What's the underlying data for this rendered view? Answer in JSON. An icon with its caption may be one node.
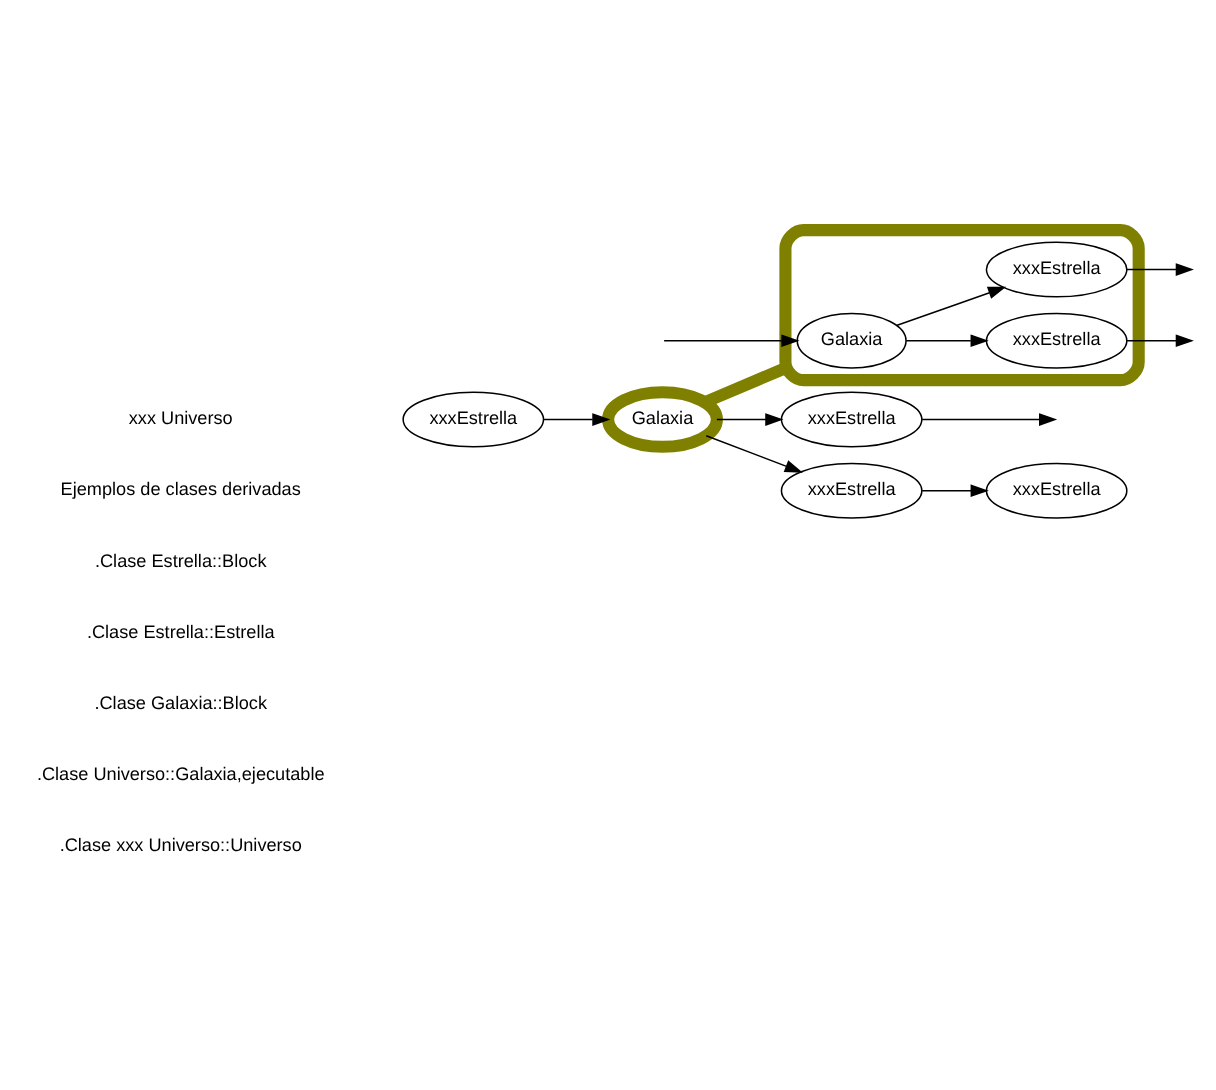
{
  "diagram": {
    "nodes": [
      {
        "text": [
          "xxxEstrella"
        ]
      },
      {
        "text": [
          "Galaxia"
        ]
      },
      {
        "text": [
          "xxxEstrella"
        ]
      },
      {
        "text": [
          "xxxEstrella"
        ]
      },
      {
        "text": [
          "xxxEstrella"
        ]
      },
      {
        "text": [],
        "shape": "box"
      },
      {
        "text": [
          "Galaxia"
        ],
        "in": 5
      },
      {
        "text": [
          "xxxEstrella"
        ],
        "in": 5
      },
      {
        "text": [
          "xxxEstrella"
        ],
        "in": 5
      }
    ],
    "edges": [
      {
        "from": 0,
        "to": 1,
        "arrow": "to"
      },
      {
        "from": 1,
        "to": 2,
        "arrow": "to"
      },
      {
        "from": 1,
        "to": 3,
        "arrow": "to"
      },
      {
        "from": 3,
        "to": 4,
        "arrow": "to"
      },
      {
        "from": 2,
        "to": null,
        "arrow": "to"
      },
      {
        "from": 1,
        "to": 5,
        "arrow": "none",
        "style": "thick",
        "color": "#808000"
      },
      {
        "from": null,
        "to": 6,
        "arrow": "to"
      },
      {
        "from": 6,
        "to": 7,
        "arrow": "to"
      },
      {
        "from": 6,
        "to": 8,
        "arrow": "to"
      },
      {
        "from": 7,
        "to": null,
        "arrow": "to"
      },
      {
        "from": 8,
        "to": null,
        "arrow": "to"
      }
    ],
    "labels": [
      "xxx Universo",
      "Ejemplos de clases derivadas",
      ".Clase Estrella::Block",
      ".Clase Estrella::Estrella",
      ".Clase Galaxia::Block",
      ".Clase Universo::Galaxia,ejecutable",
      ".Clase xxx Universo::Universo"
    ]
  }
}
